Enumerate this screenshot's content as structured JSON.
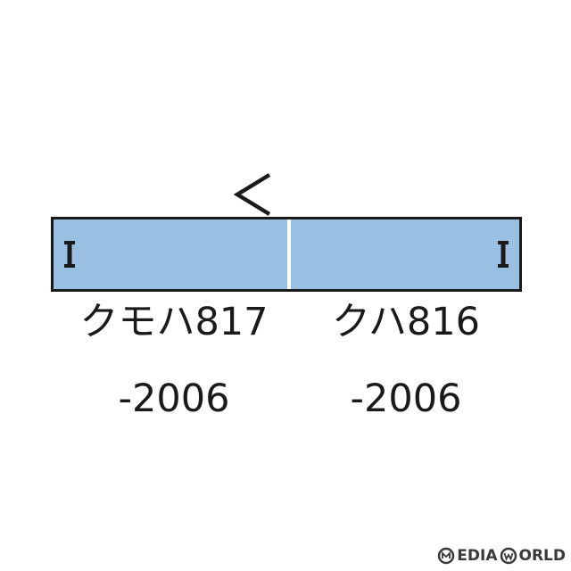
{
  "diagram": {
    "direction_symbol": "<",
    "car_color": "#99bfe3",
    "outline_color": "#1a1a1a",
    "cars": [
      {
        "model_line": "クモハ817",
        "number_line": "-2006"
      },
      {
        "model_line": "クハ816",
        "number_line": "-2006"
      }
    ]
  },
  "watermark": {
    "text_a": "EDIA",
    "text_b": "ORLD"
  }
}
